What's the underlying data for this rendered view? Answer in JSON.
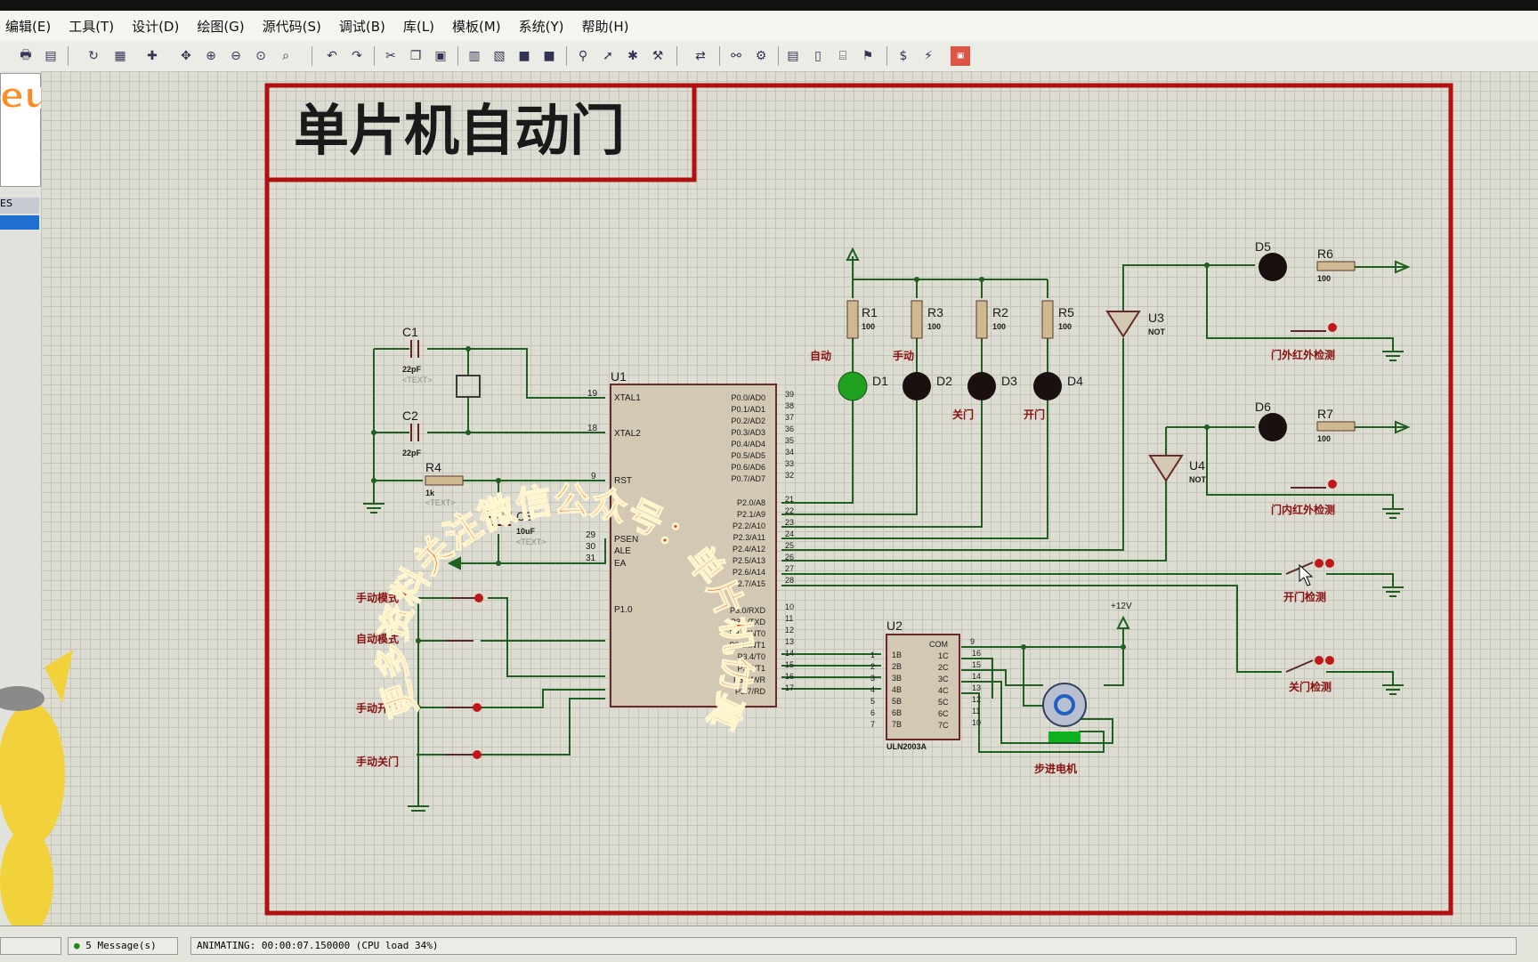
{
  "menu": [
    "编辑(E)",
    "工具(T)",
    "设计(D)",
    "绘图(G)",
    "源代码(S)",
    "调试(B)",
    "库(L)",
    "模板(M)",
    "系统(Y)",
    "帮助(H)"
  ],
  "left_panel": {
    "devices_header": "ES"
  },
  "schematic": {
    "title": "单片机自动门",
    "u1": {
      "ref": "U1",
      "left_pins": [
        {
          "num": "19",
          "name": "XTAL1"
        },
        {
          "num": "18",
          "name": "XTAL2"
        },
        {
          "num": "9",
          "name": "RST"
        },
        {
          "num": "29",
          "name": "PSEN"
        },
        {
          "num": "30",
          "name": "ALE"
        },
        {
          "num": "31",
          "name": "EA"
        },
        {
          "num": "",
          "name": "P1.0"
        }
      ],
      "p0": [
        "P0.0/AD0",
        "P0.1/AD1",
        "P0.2/AD2",
        "P0.3/AD3",
        "P0.4/AD4",
        "P0.5/AD5",
        "P0.6/AD6",
        "P0.7/AD7"
      ],
      "p0_nums": [
        "39",
        "38",
        "37",
        "36",
        "35",
        "34",
        "33",
        "32"
      ],
      "p2": [
        "P2.0/A8",
        "P2.1/A9",
        "P2.2/A10",
        "P2.3/A11",
        "P2.4/A12",
        "P2.5/A13",
        "P2.6/A14",
        "P2.7/A15"
      ],
      "p2_nums": [
        "21",
        "22",
        "23",
        "24",
        "25",
        "26",
        "27",
        "28"
      ],
      "p3": [
        "P3.0/RXD",
        "P3.1/TXD",
        "P3.2/INT0",
        "P3.3/INT1",
        "P3.4/T0",
        "P3.5/T1",
        "P3.6/WR",
        "P3.7/RD"
      ],
      "p3_nums": [
        "10",
        "11",
        "12",
        "13",
        "14",
        "15",
        "16",
        "17"
      ]
    },
    "caps": [
      {
        "ref": "C1",
        "val": "22pF"
      },
      {
        "ref": "C2",
        "val": "22pF"
      },
      {
        "ref": "C3",
        "val": "10uF"
      }
    ],
    "r4": {
      "ref": "R4",
      "val": "1k"
    },
    "text_placeholder": "<TEXT>",
    "resistors_top": [
      {
        "ref": "R1",
        "val": "100"
      },
      {
        "ref": "R3",
        "val": "100"
      },
      {
        "ref": "R2",
        "val": "100"
      },
      {
        "ref": "R5",
        "val": "100"
      }
    ],
    "leds": [
      {
        "ref": "D1",
        "label": "自动"
      },
      {
        "ref": "D2",
        "label": "手动"
      },
      {
        "ref": "D3",
        "label": "关门"
      },
      {
        "ref": "D4",
        "label": "开门"
      }
    ],
    "d5": {
      "ref": "D5",
      "r": "R6",
      "val": "100"
    },
    "d6": {
      "ref": "D6",
      "r": "R7",
      "val": "100"
    },
    "u3": {
      "ref": "U3",
      "type": "NOT"
    },
    "u4": {
      "ref": "U4",
      "type": "NOT"
    },
    "sensors": [
      "门外红外检测",
      "门内红外检测",
      "开门检测",
      "关门检测"
    ],
    "buttons": [
      "手动模式",
      "自动模式",
      "手动开门",
      "手动关门"
    ],
    "u2": {
      "ref": "U2",
      "part": "ULN2003A",
      "in": [
        "1B",
        "2B",
        "3B",
        "4B",
        "5B",
        "6B",
        "7B"
      ],
      "in_nums": [
        "1",
        "2",
        "3",
        "4",
        "5",
        "6",
        "7"
      ],
      "out": [
        "1C",
        "2C",
        "3C",
        "4C",
        "5C",
        "6C",
        "7C"
      ],
      "out_nums": [
        "16",
        "15",
        "14",
        "13",
        "12",
        "11",
        "10"
      ],
      "com": "COM",
      "com_num": "9"
    },
    "vcc_label": "+12V",
    "motor_label": "步进电机"
  },
  "watermark": "eus单片机",
  "overlay_ring": "更多资料关注微信公众号：单片机仿真",
  "status": {
    "messages": "5 Message(s)",
    "animating": "ANIMATING: 00:00:07.150000 (CPU load 34%)"
  }
}
